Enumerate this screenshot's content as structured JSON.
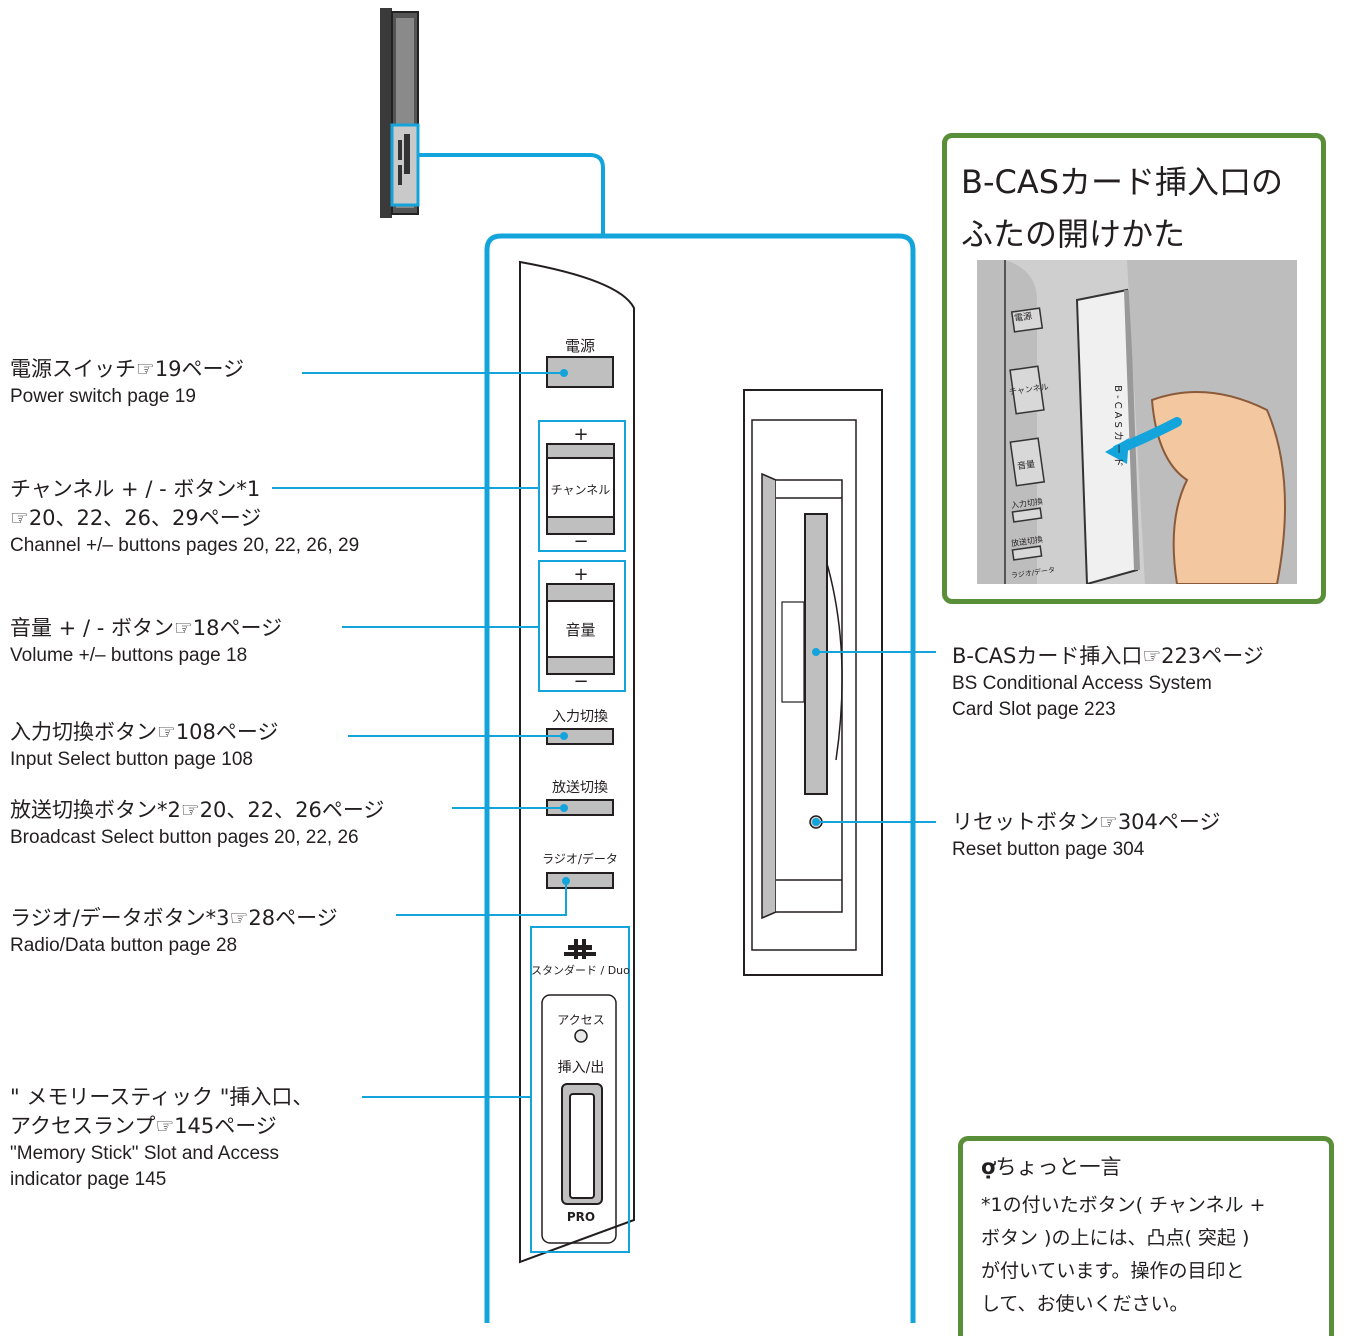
{
  "colors": {
    "callout_line": "#14a4dc",
    "frame_green": "#5a8f3a",
    "panel_gray": "#bfbfbf",
    "text": "#231f20"
  },
  "labels": [
    {
      "id": "power",
      "ja": "電源スイッチ☞19ページ",
      "en": "Power switch  page 19"
    },
    {
      "id": "channel",
      "ja": "チャンネル + / - ボタン*1",
      "ja2": "☞20、22、26、29ページ",
      "en": "Channel +/– buttons  pages 20, 22, 26, 29"
    },
    {
      "id": "volume",
      "ja": "音量 + / - ボタン☞18ページ",
      "en": "Volume +/– buttons page 18"
    },
    {
      "id": "input",
      "ja": "入力切換ボタン☞108ページ",
      "en": "Input Select button  page 108"
    },
    {
      "id": "broadcast",
      "ja": "放送切換ボタン*2☞20、22、26ページ",
      "en": "Broadcast Select button  pages 20, 22, 26"
    },
    {
      "id": "radio",
      "ja": "ラジオ/データボタン*3☞28ページ",
      "en": "Radio/Data button  page 28"
    },
    {
      "id": "memory",
      "ja": "\" メモリースティック \"挿入口、",
      "ja2": "アクセスランプ☞145ページ",
      "en": "\"Memory Stick\" Slot and Access",
      "en2": "indicator  page 145"
    },
    {
      "id": "bcas",
      "ja": "B-CASカード挿入口☞223ページ",
      "en": "BS Conditional Access System",
      "en2": "Card Slot  page 223"
    },
    {
      "id": "reset",
      "ja": "リセットボタン☞304ページ",
      "en": "Reset button  page 304"
    }
  ],
  "panel": {
    "power": "電源",
    "plus": "+",
    "minus": "−",
    "channel": "チャンネル",
    "volume": "音量",
    "input": "入力切換",
    "broadcast": "放送切換",
    "radio": "ラジオ/データ",
    "ms_standard": "スタンダード / Duo",
    "access": "アクセス",
    "insert_eject": "挿入/出",
    "pro": "PRO"
  },
  "howto": {
    "title_line1": "B-CASカード挿入口の",
    "title_line2": "ふたの開けかた",
    "photo_panel": {
      "power": "電源",
      "channel": "チャンネル",
      "volume": "音量",
      "input": "入力切換",
      "broadcast": "放送切換",
      "radio": "ラジオ/データ",
      "card": "B-CASカード"
    }
  },
  "tip": {
    "title": "ちょっと一言",
    "lines": [
      "*1の付いたボタン( チャンネル +",
      "ボタン )の上には、凸点( 突起 )",
      "が付いています。操作の目印と",
      "して、お使いください。"
    ]
  }
}
